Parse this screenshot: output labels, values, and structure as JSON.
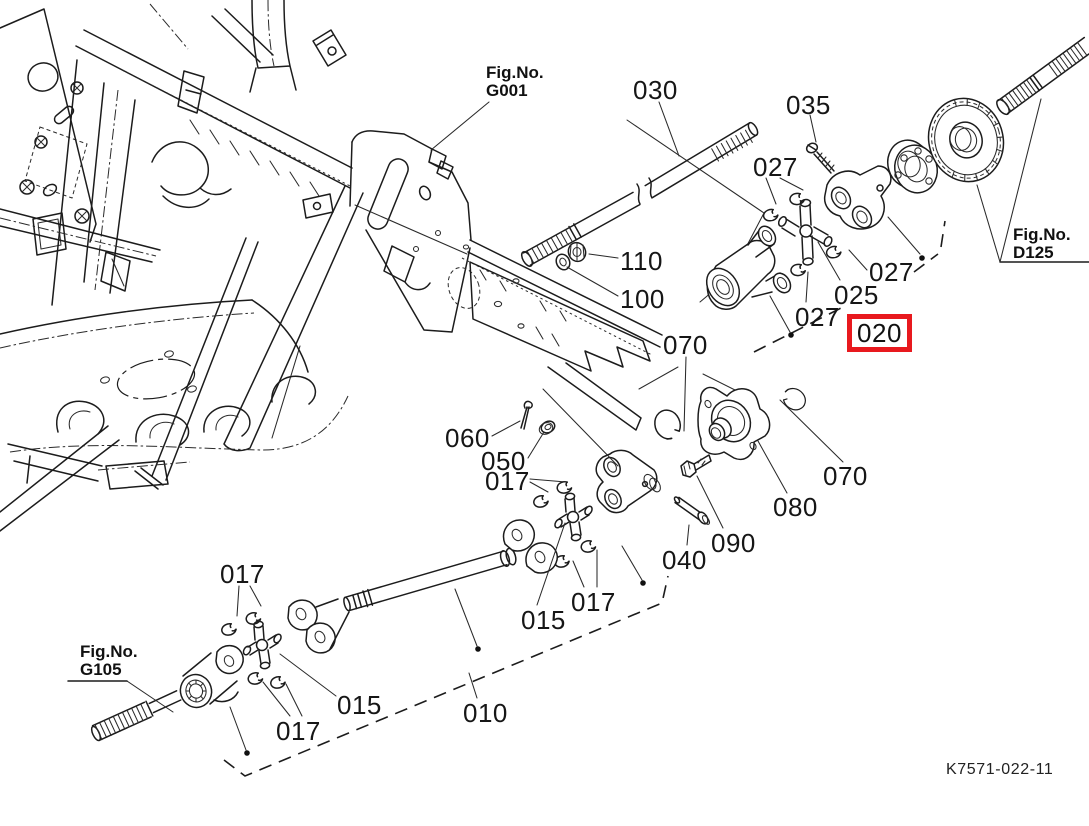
{
  "drawing": {
    "code": "K7571-022-11",
    "highlighted_part": "020",
    "highlight_color": "#e8191e",
    "line_color": "#1c1c1c",
    "background_color": "#ffffff"
  },
  "figure_refs": {
    "g001": {
      "prefix": "Fig.No.",
      "code": "G001"
    },
    "d125": {
      "prefix": "Fig.No.",
      "code": "D125"
    },
    "g105": {
      "prefix": "Fig.No.",
      "code": "G105"
    }
  },
  "callouts": {
    "c030": "030",
    "c035": "035",
    "c027_top": "027",
    "c110": "110",
    "c100": "100",
    "c027_right": "027",
    "c025": "025",
    "c027_mid": "027",
    "c020": "020",
    "c070_top": "070",
    "c060": "060",
    "c050": "050",
    "c017_upper": "017",
    "c070_right": "070",
    "c080": "080",
    "c090": "090",
    "c040": "040",
    "c017_mid_lower": "017",
    "c015_mid": "015",
    "c017_bottom_left": "017",
    "c015_bottom": "015",
    "c017_bottom": "017",
    "c010": "010"
  }
}
